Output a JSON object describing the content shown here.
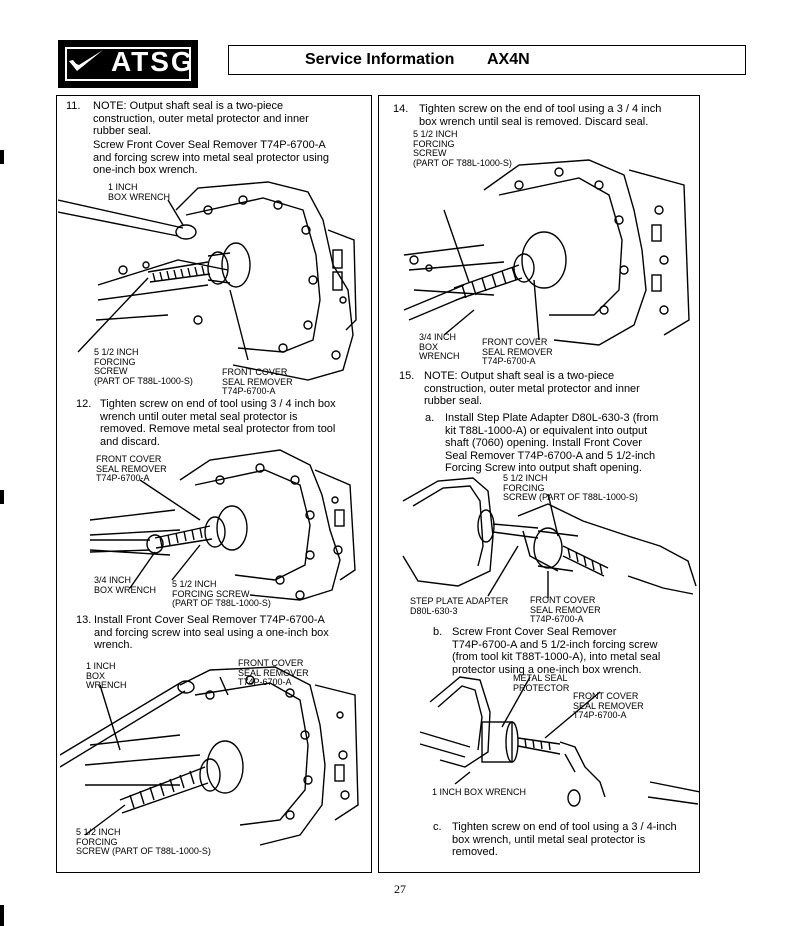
{
  "header": {
    "logo_text": "ATSG",
    "title": "Service Information",
    "model": "AX4N"
  },
  "left": {
    "step11": {
      "num": "11.",
      "lines": [
        "NOTE: Output shaft seal is a two-piece",
        "construction, outer metal protector and inner",
        "rubber seal."
      ],
      "sub": [
        "Screw Front Cover Seal Remover T74P-6700-A",
        "and forcing screw into metal seal protector using",
        "one-inch box wrench."
      ],
      "labels": {
        "wrench": "1 INCH\nBOX WRENCH",
        "screw": "5 1/2 INCH\nFORCING\nSCREW\n(PART OF T88L-1000-S)",
        "remover": "FRONT COVER\nSEAL REMOVER\nT74P-6700-A"
      }
    },
    "step12": {
      "num": "12.",
      "lines": [
        "Tighten screw on end of tool using 3 / 4 inch box",
        "wrench until outer metal seal protector is",
        "removed. Remove metal seal protector from tool",
        "and discard."
      ],
      "labels": {
        "remover": "FRONT COVER\nSEAL REMOVER\nT74P-6700-A",
        "wrench": "3/4 INCH\nBOX WRENCH",
        "screw": "5 1/2 INCH\nFORCING SCREW\n(PART OF T88L-1000-S)"
      }
    },
    "step13": {
      "num": "13.",
      "lines": [
        "Install Front Cover Seal Remover T74P-6700-A",
        "and forcing screw into seal using a one-inch box",
        "wrench."
      ],
      "labels": {
        "wrench": "1 INCH\nBOX\nWRENCH",
        "remover": "FRONT COVER\nSEAL REMOVER\nT74P-6700-A",
        "screw": "5 1/2 INCH\nFORCING\nSCREW (PART OF T88L-1000-S)"
      }
    }
  },
  "right": {
    "step14": {
      "num": "14.",
      "lines": [
        "Tighten screw on the end of tool using a 3 / 4 inch",
        "box wrench until seal is removed. Discard seal."
      ],
      "labels": {
        "screw": "5 1/2 INCH\nFORCING\nSCREW\n(PART OF T88L-1000-S)",
        "wrench": "3/4 INCH\nBOX\nWRENCH",
        "remover": "FRONT COVER\nSEAL REMOVER\nT74P-6700-A"
      }
    },
    "step15": {
      "num": "15.",
      "lines": [
        "NOTE: Output shaft seal is a two-piece",
        "construction, outer metal protector and inner",
        "rubber seal."
      ],
      "a": {
        "letter": "a.",
        "lines": [
          "Install Step Plate Adapter D80L-630-3 (from",
          "kit T88L-1000-A) or equivalent into output",
          "shaft (7060) opening. Install Front Cover",
          "Seal Remover T74P-6700-A and 5 1/2-inch",
          "Forcing Screw into output shaft opening."
        ],
        "labels": {
          "screw": "5 1/2 INCH\nFORCING\nSCREW (PART OF T88L-1000-S)",
          "adapter": "STEP PLATE ADAPTER\nD80L-630-3",
          "remover": "FRONT COVER\nSEAL REMOVER\nT74P-6700-A"
        }
      },
      "b": {
        "letter": "b.",
        "lines": [
          "Screw Front Cover Seal Remover",
          "T74P-6700-A and 5 1/2-inch forcing screw",
          "(from tool kit T88T-1000-A), into metal seal",
          "protector using a one-inch box wrench."
        ],
        "labels": {
          "protector": "METAL SEAL\nPROTECTOR",
          "remover": "FRONT COVER\nSEAL REMOVER\nT74P-6700-A",
          "wrench": "1 INCH BOX WRENCH"
        }
      },
      "c": {
        "letter": "c.",
        "lines": [
          "Tighten screw on end of tool using a 3 / 4-inch",
          "box wrench, until metal seal protector is",
          "removed."
        ]
      }
    }
  },
  "footer": {
    "page": "27"
  }
}
